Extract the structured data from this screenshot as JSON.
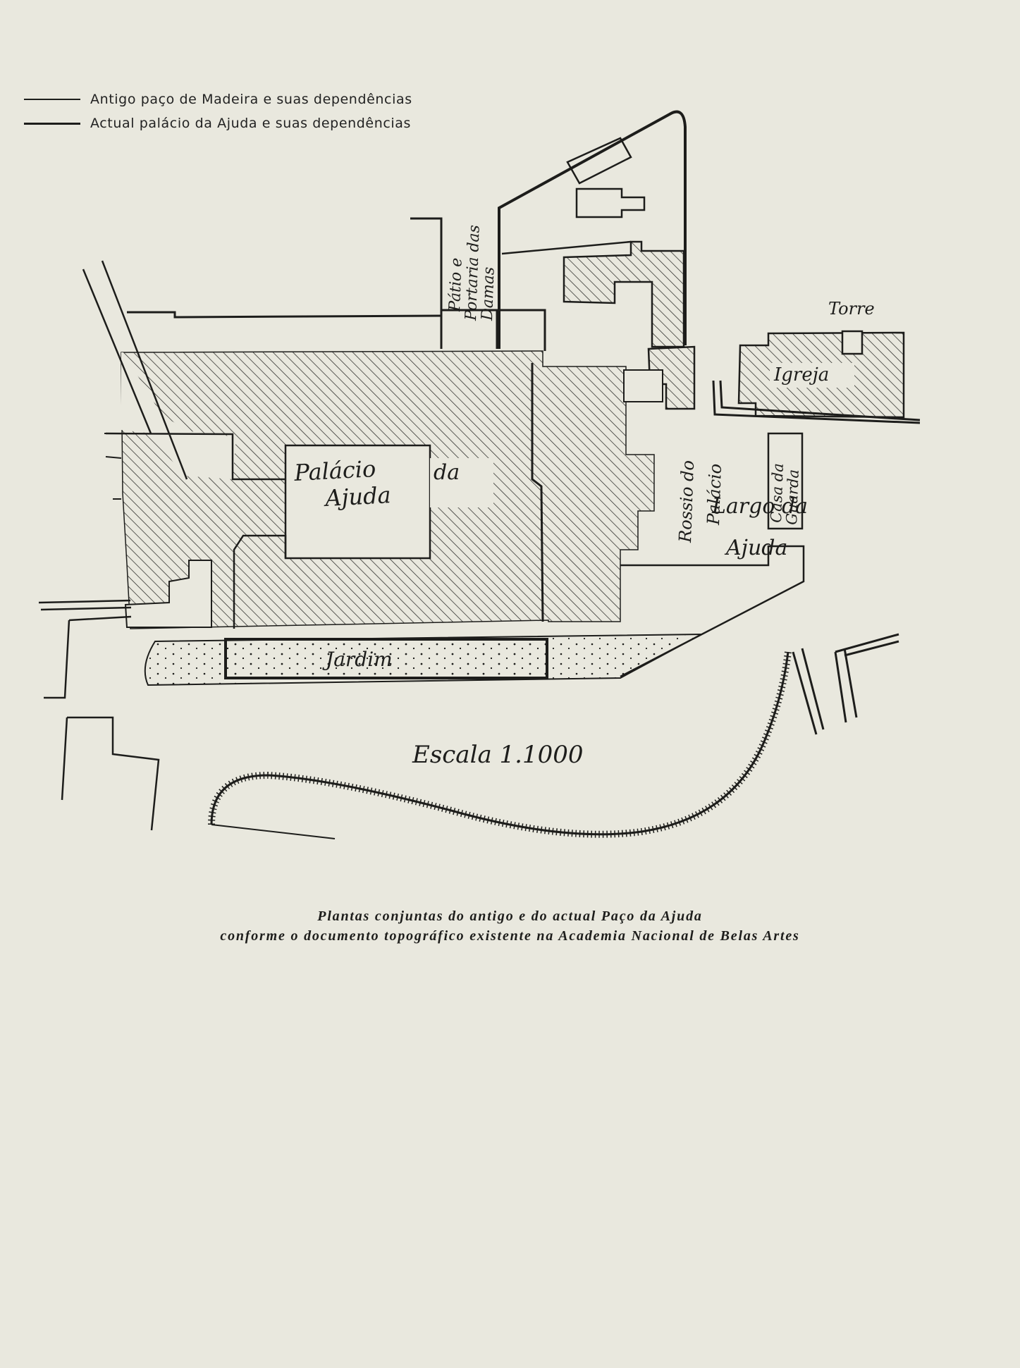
{
  "legend": {
    "old_palace": "Antigo paço de Madeira e suas dependências",
    "current_palace": "Actual palácio da Ajuda e suas dependências"
  },
  "labels": {
    "palacio": "Palácio",
    "ajuda": "Ajuda",
    "da_palace": "da",
    "patio_line1": "Pátio e",
    "patio_line2": "Portaria das",
    "patio_line3": "Damas",
    "torre": "Torre",
    "igreja": "Igreja",
    "rossio_line1": "Rossio do",
    "rossio_line2": "Palácio",
    "casa_line1": "Casa da",
    "casa_line2": "Guarda",
    "largo_line1": "Largo da",
    "largo_line2": "Ajuda",
    "jardim": "Jardim",
    "escala": "Escala 1.1000"
  },
  "caption": {
    "line1": "Plantas conjuntas do antigo e do actual Paço da Ajuda",
    "line2": "conforme o documento topográfico existente na Academia Nacional de Belas Artes"
  },
  "colors": {
    "ink": "#1d1d1b",
    "paper": "#e9e8de"
  }
}
